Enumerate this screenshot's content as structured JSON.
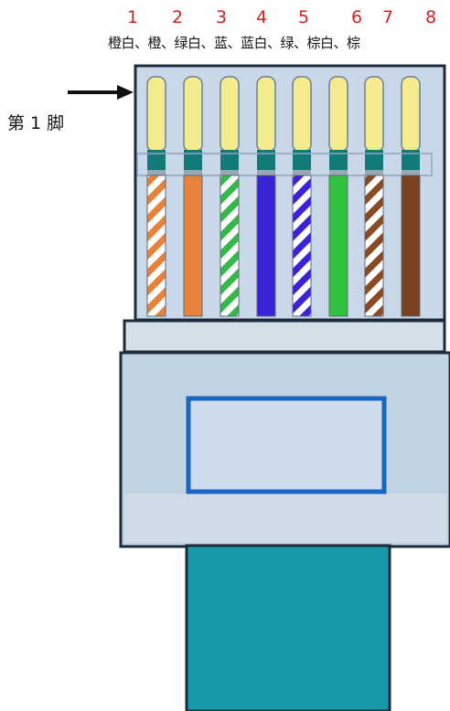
{
  "pin_numbers": [
    "1",
    "2",
    "3",
    "4",
    "5",
    "6",
    "7",
    "8"
  ],
  "color_sequence": "橙白、橙、绿白、蓝、蓝白、绿、棕白、棕",
  "pin1_label": "第 1 脚",
  "wires": [
    {
      "pin": 1,
      "name": "橙白",
      "color": "#e8823a",
      "striped": true
    },
    {
      "pin": 2,
      "name": "橙",
      "color": "#e8823a",
      "striped": false
    },
    {
      "pin": 3,
      "name": "绿白",
      "color": "#34b84a",
      "striped": true
    },
    {
      "pin": 4,
      "name": "蓝",
      "color": "#3b22d8",
      "striped": false
    },
    {
      "pin": 5,
      "name": "蓝白",
      "color": "#3b22d8",
      "striped": true
    },
    {
      "pin": 6,
      "name": "绿",
      "color": "#2fc23e",
      "striped": false
    },
    {
      "pin": 7,
      "name": "棕白",
      "color": "#8a4a24",
      "striped": true
    },
    {
      "pin": 8,
      "name": "棕",
      "color": "#7a4020",
      "striped": false
    }
  ],
  "colors": {
    "contact_gold": "#f3eb8e",
    "contact_teal": "#127a78",
    "plug_body": "#c7d7e6",
    "plug_outline": "#1d2c3c",
    "latch_outline": "#1a66bf",
    "cable_jacket": "#1a9aa8",
    "pin_number_red": "#d42020"
  }
}
